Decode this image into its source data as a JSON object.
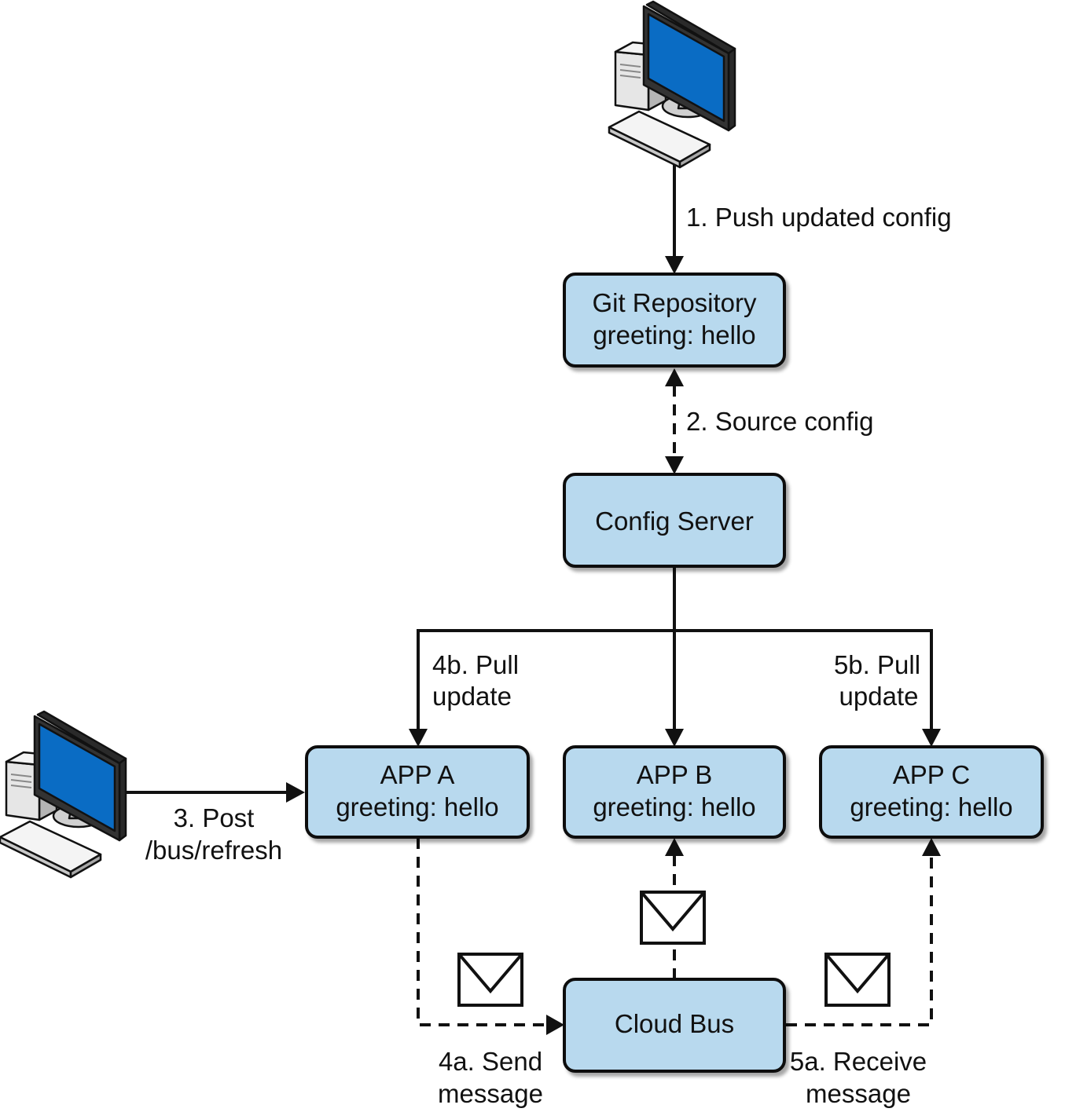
{
  "colors": {
    "node_fill": "#b8d9ee",
    "stroke": "#111111",
    "monitor": "#0a6cc4",
    "computer_body": "#e6e6e6"
  },
  "icons": {
    "workstation_top": "desktop-computer-icon",
    "workstation_left": "desktop-computer-icon",
    "message": "envelope-icon"
  },
  "nodes": {
    "git_repository": {
      "line1": "Git Repository",
      "line2": "greeting: hello"
    },
    "config_server": {
      "line1": "Config Server"
    },
    "app_a": {
      "line1": "APP A",
      "line2": "greeting: hello"
    },
    "app_b": {
      "line1": "APP B",
      "line2": "greeting: hello"
    },
    "app_c": {
      "line1": "APP C",
      "line2": "greeting: hello"
    },
    "cloud_bus": {
      "line1": "Cloud Bus"
    }
  },
  "edges": {
    "push": {
      "line1": "1. Push updated config"
    },
    "source": {
      "line1": "2. Source config"
    },
    "post": {
      "line1": "3. Post",
      "line2": "/bus/refresh"
    },
    "send": {
      "line1": "4a. Send",
      "line2": "message"
    },
    "pull_a": {
      "line1": "4b. Pull",
      "line2": "update"
    },
    "receive": {
      "line1": "5a. Receive",
      "line2": "message"
    },
    "pull_c": {
      "line1": "5b. Pull",
      "line2": "update"
    }
  }
}
